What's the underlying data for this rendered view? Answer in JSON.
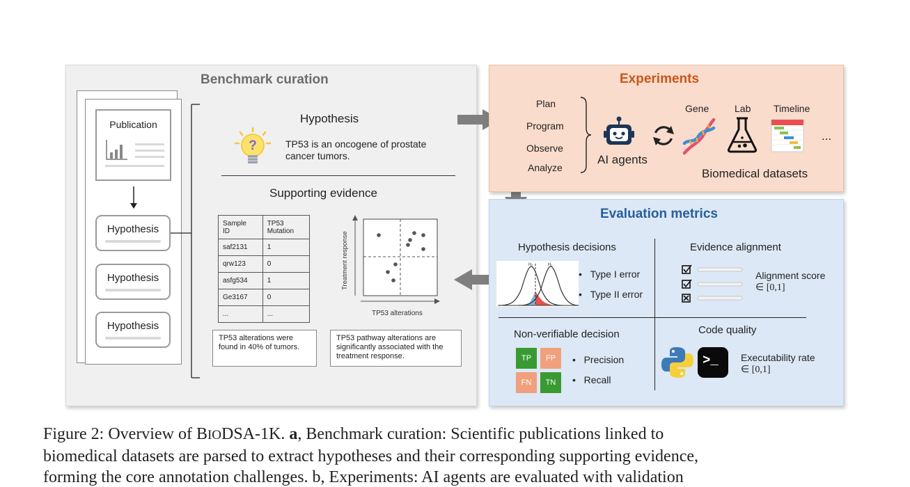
{
  "panels": {
    "curation": {
      "title": "Benchmark curation",
      "publication_label": "Publication",
      "hypothesis_labels": [
        "Hypothesis",
        "Hypothesis",
        "Hypothesis"
      ],
      "hypothesis_heading": "Hypothesis",
      "hypothesis_text_1": "TP53 is an oncogene of prostate",
      "hypothesis_text_2": "cancer tumors.",
      "evidence_heading": "Supporting evidence",
      "table": {
        "headers": [
          [
            "Sample",
            "ID"
          ],
          [
            "TP53",
            "Mutation"
          ]
        ],
        "rows": [
          [
            "saf2131",
            "1"
          ],
          [
            "qrw123",
            "0"
          ],
          [
            "asfg534",
            "1"
          ],
          [
            "Ge3167",
            "0"
          ],
          [
            "...",
            "..."
          ]
        ]
      },
      "scatter": {
        "xlabel": "TP53 alterations",
        "ylabel": "Treatment response"
      },
      "note_1": "TP53 alterations were found in 40% of tumors.",
      "note_2": "TP53 pathway alterations are significantly associated with the treatment response."
    },
    "experiments": {
      "title": "Experiments",
      "steps": [
        "Plan",
        "Program",
        "Observe",
        "Analyze"
      ],
      "agent_label": "AI agents",
      "dataset_labels": [
        "Gene",
        "Lab",
        "Timeline"
      ],
      "ellipsis": "...",
      "datasets_label": "Biomedical datasets"
    },
    "evaluation": {
      "title": "Evaluation metrics",
      "hypothesis_decisions": {
        "title": "Hypothesis decisions",
        "bullets": [
          "Type I error",
          "Type II error"
        ],
        "curve_labels": [
          "H₀",
          "H₁"
        ]
      },
      "evidence_alignment": {
        "title": "Evidence alignment",
        "score_label": "Alignment score",
        "range": "∈ [0,1]"
      },
      "non_verifiable": {
        "title": "Non-verifiable decision",
        "cells": [
          "TP",
          "FP",
          "FN",
          "TN"
        ],
        "bullets": [
          "Precision",
          "Recall"
        ]
      },
      "code_quality": {
        "title": "Code quality",
        "terminal_symbol": ">_",
        "rate_label": "Executability rate",
        "range": "∈ [0,1]"
      }
    }
  },
  "caption": {
    "line1_prefix": "Figure 2:  Overview of ",
    "name_b": "B",
    "name_io": "IO",
    "name_rest": "DSA-1K. ",
    "bold_a": "a",
    "line1_suffix": ", Benchmark curation:  Scientific publications linked to",
    "line2": "biomedical datasets are parsed to extract hypotheses and their corresponding supporting evidence,",
    "line3": "forming the core annotation challenges. b, Experiments: AI agents are evaluated with validation"
  },
  "colors": {
    "curation_bg": "#f0f0f0",
    "experiments_bg": "#f9dccb",
    "experiments_title": "#c8561b",
    "evaluation_bg": "#dce8f5",
    "evaluation_title": "#275e9c",
    "arrow": "#7f7f7f",
    "tp": "#3a9a32",
    "fp": "#f0a07c"
  }
}
